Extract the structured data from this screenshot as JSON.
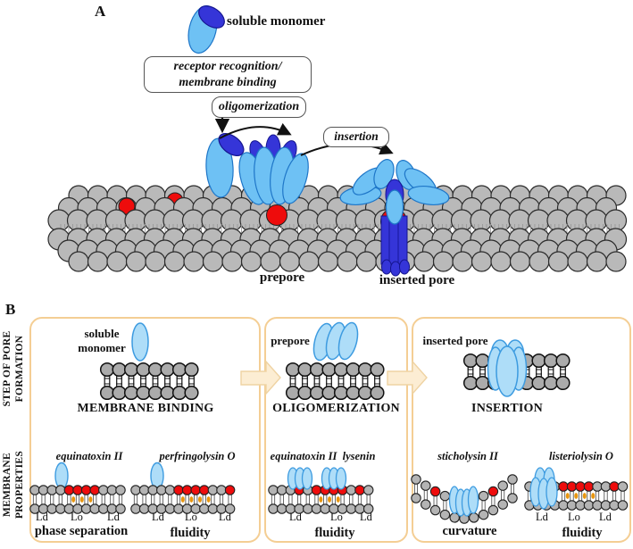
{
  "colors": {
    "light_blue": "#6EC1F4",
    "pale_blue": "#AEDDF8",
    "dark_blue": "#3535D8",
    "red": "#EE0C0C",
    "gray": "#B9B9B9",
    "gray_small": "#B4B4B4",
    "orange": "#E8960F",
    "box_border": "#F4CE94",
    "arrow_fill": "#FCEDD3"
  },
  "panel_a": {
    "label": "A",
    "soluble_monomer": "soluble monomer",
    "step1_line1": "receptor recognition/",
    "step1_line2": "membrane binding",
    "step2": "oligomerization",
    "step3": "insertion",
    "prepore": "prepore",
    "inserted_pore": "inserted pore"
  },
  "panel_b": {
    "label": "B",
    "row_labels": {
      "step_line1": "STEP OF PORE",
      "step_line2": "FORMATION",
      "membrane_line1": "MEMBRANE",
      "membrane_line2": "PROPERTIES"
    },
    "box1": {
      "state_line1": "soluble",
      "state_line2": "monomer",
      "title": "MEMBRANE BINDING",
      "ex1": {
        "toxin": "equinatoxin II",
        "property": "phase separation",
        "d1": "Ld",
        "d2": "Lo",
        "d3": "Ld"
      },
      "ex2": {
        "toxin": "perfringolysin O",
        "property": "fluidity",
        "d1": "Ld",
        "d2": "Lo",
        "d3": "Ld"
      }
    },
    "box2": {
      "state": "prepore",
      "title": "OLIGOMERIZATION",
      "toxin1": "equinatoxin II",
      "toxin2": "lysenin",
      "property": "fluidity",
      "d1": "Ld",
      "d2": "Lo",
      "d3": "Ld"
    },
    "box3": {
      "state": "inserted pore",
      "title": "INSERTION",
      "ex1": {
        "toxin": "sticholysin II",
        "property": "curvature"
      },
      "ex2": {
        "toxin": "listeriolysin O",
        "property": "fluidity",
        "d1": "Ld",
        "d2": "Lo",
        "d3": "Ld"
      }
    }
  }
}
